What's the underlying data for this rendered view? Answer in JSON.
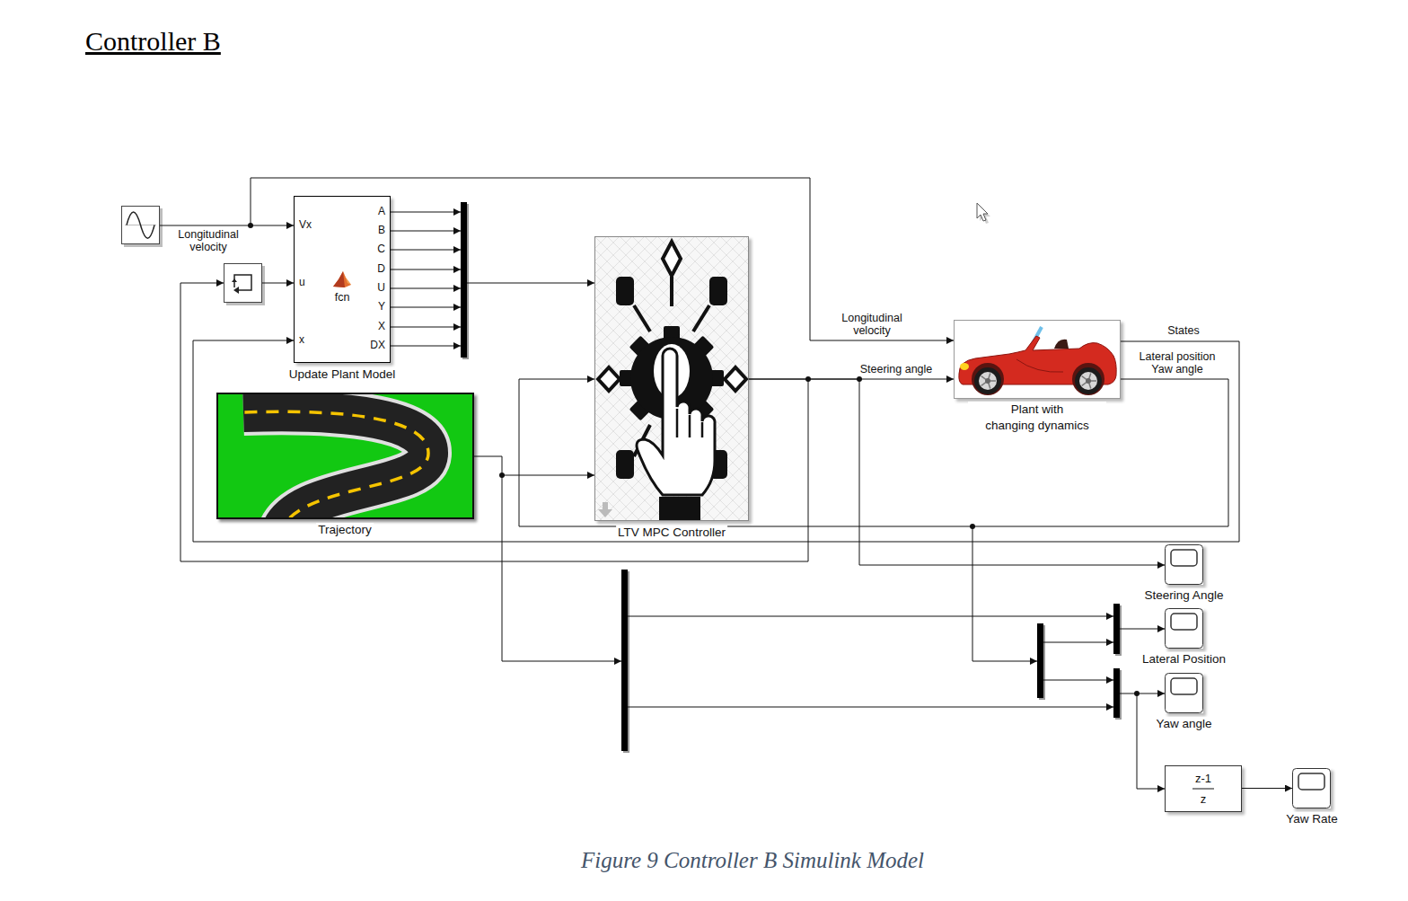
{
  "diagram": {
    "title": "Controller B",
    "caption": "Figure 9 Controller B Simulink Model",
    "nodes": [
      {
        "text": [
          "Vx",
          "u",
          "x",
          "fcn",
          "A",
          "B",
          "C",
          "D",
          "U",
          "Y",
          "X",
          "DX",
          "Update Plant Model"
        ]
      },
      {
        "text": [
          "LTV MPC Controller"
        ]
      },
      {
        "text": [
          "Plant with changing dynamics"
        ]
      },
      {
        "text": [
          "Trajectory"
        ]
      },
      {
        "text": [
          "Steering Angle"
        ]
      },
      {
        "text": [
          "Lateral Position"
        ]
      },
      {
        "text": [
          "Yaw angle"
        ]
      },
      {
        "text": [
          "z-1",
          "z"
        ]
      },
      {
        "text": [
          "Yaw Rate"
        ]
      }
    ],
    "edges": [
      {
        "from": 3,
        "to": 1,
        "arrow": "to"
      },
      {
        "from": 1,
        "to": 2,
        "label": "Steering angle",
        "arrow": "to"
      },
      {
        "from": 2,
        "to": 0,
        "label": "States",
        "arrow": "to"
      },
      {
        "from": 2,
        "to": 1,
        "label": "Lateral position Yaw angle",
        "arrow": "to"
      },
      {
        "from": 1,
        "to": 4,
        "arrow": "to"
      },
      {
        "from": 7,
        "to": 8,
        "arrow": "to"
      }
    ],
    "labels": [
      "Longitudinal velocity",
      "Longitudinal velocity"
    ]
  }
}
